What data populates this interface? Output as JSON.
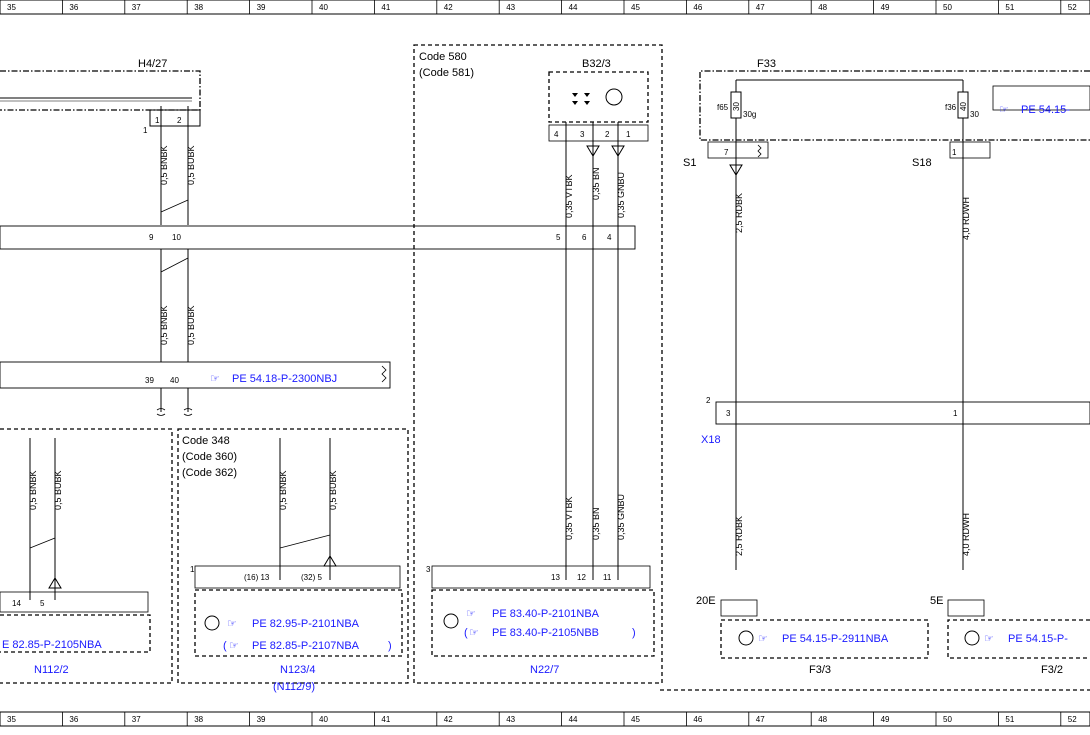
{
  "ruler": [
    "35",
    "36",
    "37",
    "38",
    "39",
    "40",
    "41",
    "42",
    "43",
    "44",
    "45",
    "46",
    "47",
    "48",
    "49",
    "50",
    "51",
    "52"
  ],
  "components": {
    "h4_27": {
      "name": "H4/27",
      "pin_group": "1",
      "pins": [
        "1",
        "2"
      ]
    },
    "b32_3": {
      "name": "B32/3",
      "pins": [
        "4",
        "3",
        "2",
        "1"
      ]
    },
    "f33": {
      "name": "F33",
      "fuse1": "f65",
      "fuse1_rating": "30",
      "fuse1_terminal": "30g",
      "fuse2": "f36",
      "fuse2_rating": "40",
      "fuse2_terminal": "30",
      "ref": "PE 54.15-"
    },
    "s1": {
      "name": "S1",
      "pin": "7"
    },
    "s18": {
      "name": "S18",
      "pin": "1"
    },
    "x18": {
      "name": "X18",
      "group": "2",
      "pins": [
        "3",
        "1"
      ]
    },
    "n112_2": {
      "name": "N112/2",
      "pins": [
        "14",
        "5"
      ],
      "ref": "E 82.85-P-2105NBA"
    },
    "n123_4": {
      "name": "N123/4",
      "alt": "(N112/9)",
      "group": "1",
      "pins": [
        "(16) 13",
        "(32) 5"
      ],
      "ref1": "PE 82.95-P-2101NBA",
      "ref2": "PE 82.85-P-2107NBA",
      "paren_open": "(",
      "paren_close": ")"
    },
    "n22_7": {
      "name": "N22/7",
      "group": "3",
      "pins": [
        "13",
        "12",
        "11"
      ],
      "ref1": "PE 83.40-P-2101NBA",
      "ref2": "PE 83.40-P-2105NBB",
      "paren_open": "(",
      "paren_close": ")"
    },
    "f3_3": {
      "name": "F3/3",
      "pin_label": "20E",
      "ref": "PE 54.15-P-2911NBA"
    },
    "f3_2": {
      "name": "F3/2",
      "pin_label": "5E",
      "ref": "PE 54.15-P-"
    }
  },
  "codes": {
    "c580": "Code 580",
    "c581": "(Code 581)",
    "c348": "Code 348",
    "c360": "(Code 360)",
    "c362": "(Code 362)"
  },
  "connectors": {
    "row1_pins": [
      "9",
      "10",
      "5",
      "6",
      "4"
    ],
    "row2_pins": [
      "39",
      "40"
    ],
    "row2_ref": "PE 54.18-P-2300NBJ",
    "pin_minus": "-",
    "pin_plus": "+"
  },
  "wires": {
    "bnbk": "0,5 BNBK",
    "bubk": "0,5 BUBK",
    "vtbk": "0,35 VTBK",
    "bn": "0,35 BN",
    "gnbu": "0,35 GNBU",
    "rdbk": "2,5 RDBK",
    "rdwh": "4,0 RDWH"
  },
  "colors": {
    "reference_link": "#1a1aff",
    "line": "#000000"
  }
}
